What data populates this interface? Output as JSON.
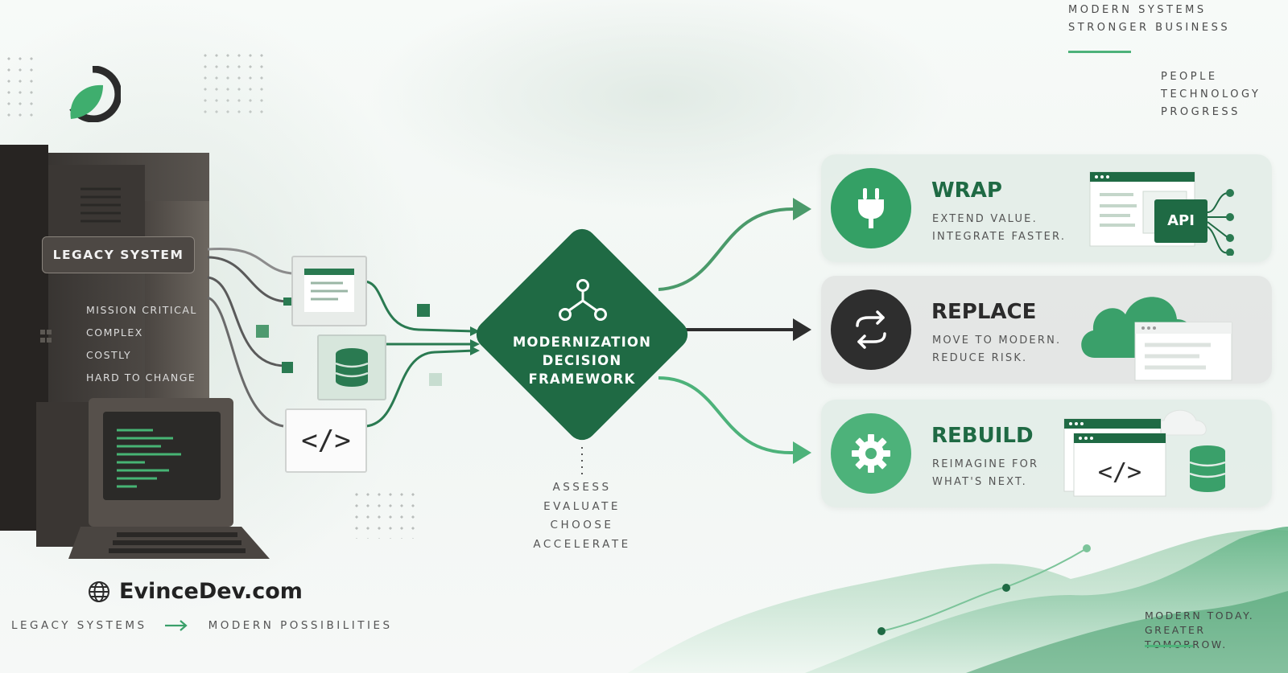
{
  "top_right": {
    "tagline_lines": [
      "MODERN SYSTEMS",
      "STRONGER BUSINESS"
    ],
    "values_lines": [
      "PEOPLE",
      "TECHNOLOGY",
      "PROGRESS"
    ]
  },
  "legacy": {
    "label": "LEGACY SYSTEM",
    "traits": [
      "MISSION CRITICAL",
      "COMPLEX",
      "COSTLY",
      "HARD TO CHANGE"
    ]
  },
  "framework": {
    "title_lines": [
      "MODERNIZATION",
      "DECISION",
      "FRAMEWORK"
    ],
    "steps": [
      "ASSESS",
      "EVALUATE",
      "CHOOSE",
      "ACCELERATE"
    ]
  },
  "options": [
    {
      "title": "WRAP",
      "desc_lines": [
        "EXTEND VALUE.",
        "INTEGRATE FASTER."
      ],
      "icon": "plug-icon",
      "badge": "API"
    },
    {
      "title": "REPLACE",
      "desc_lines": [
        "MOVE TO MODERN.",
        "REDUCE RISK."
      ],
      "icon": "swap-arrows-icon"
    },
    {
      "title": "REBUILD",
      "desc_lines": [
        "REIMAGINE FOR",
        "WHAT'S NEXT."
      ],
      "icon": "gear-icon"
    }
  ],
  "footer": {
    "website": "EvinceDev.com",
    "from": "LEGACY SYSTEMS",
    "to": "MODERN POSSIBILITIES",
    "closing_lines": [
      "MODERN TODAY.",
      "GREATER TOMORROW."
    ]
  },
  "colors": {
    "brand_green": "#2a7a51",
    "dark_green": "#1f6a44",
    "light_green": "#4db27a",
    "dark": "#2e2e2e"
  }
}
